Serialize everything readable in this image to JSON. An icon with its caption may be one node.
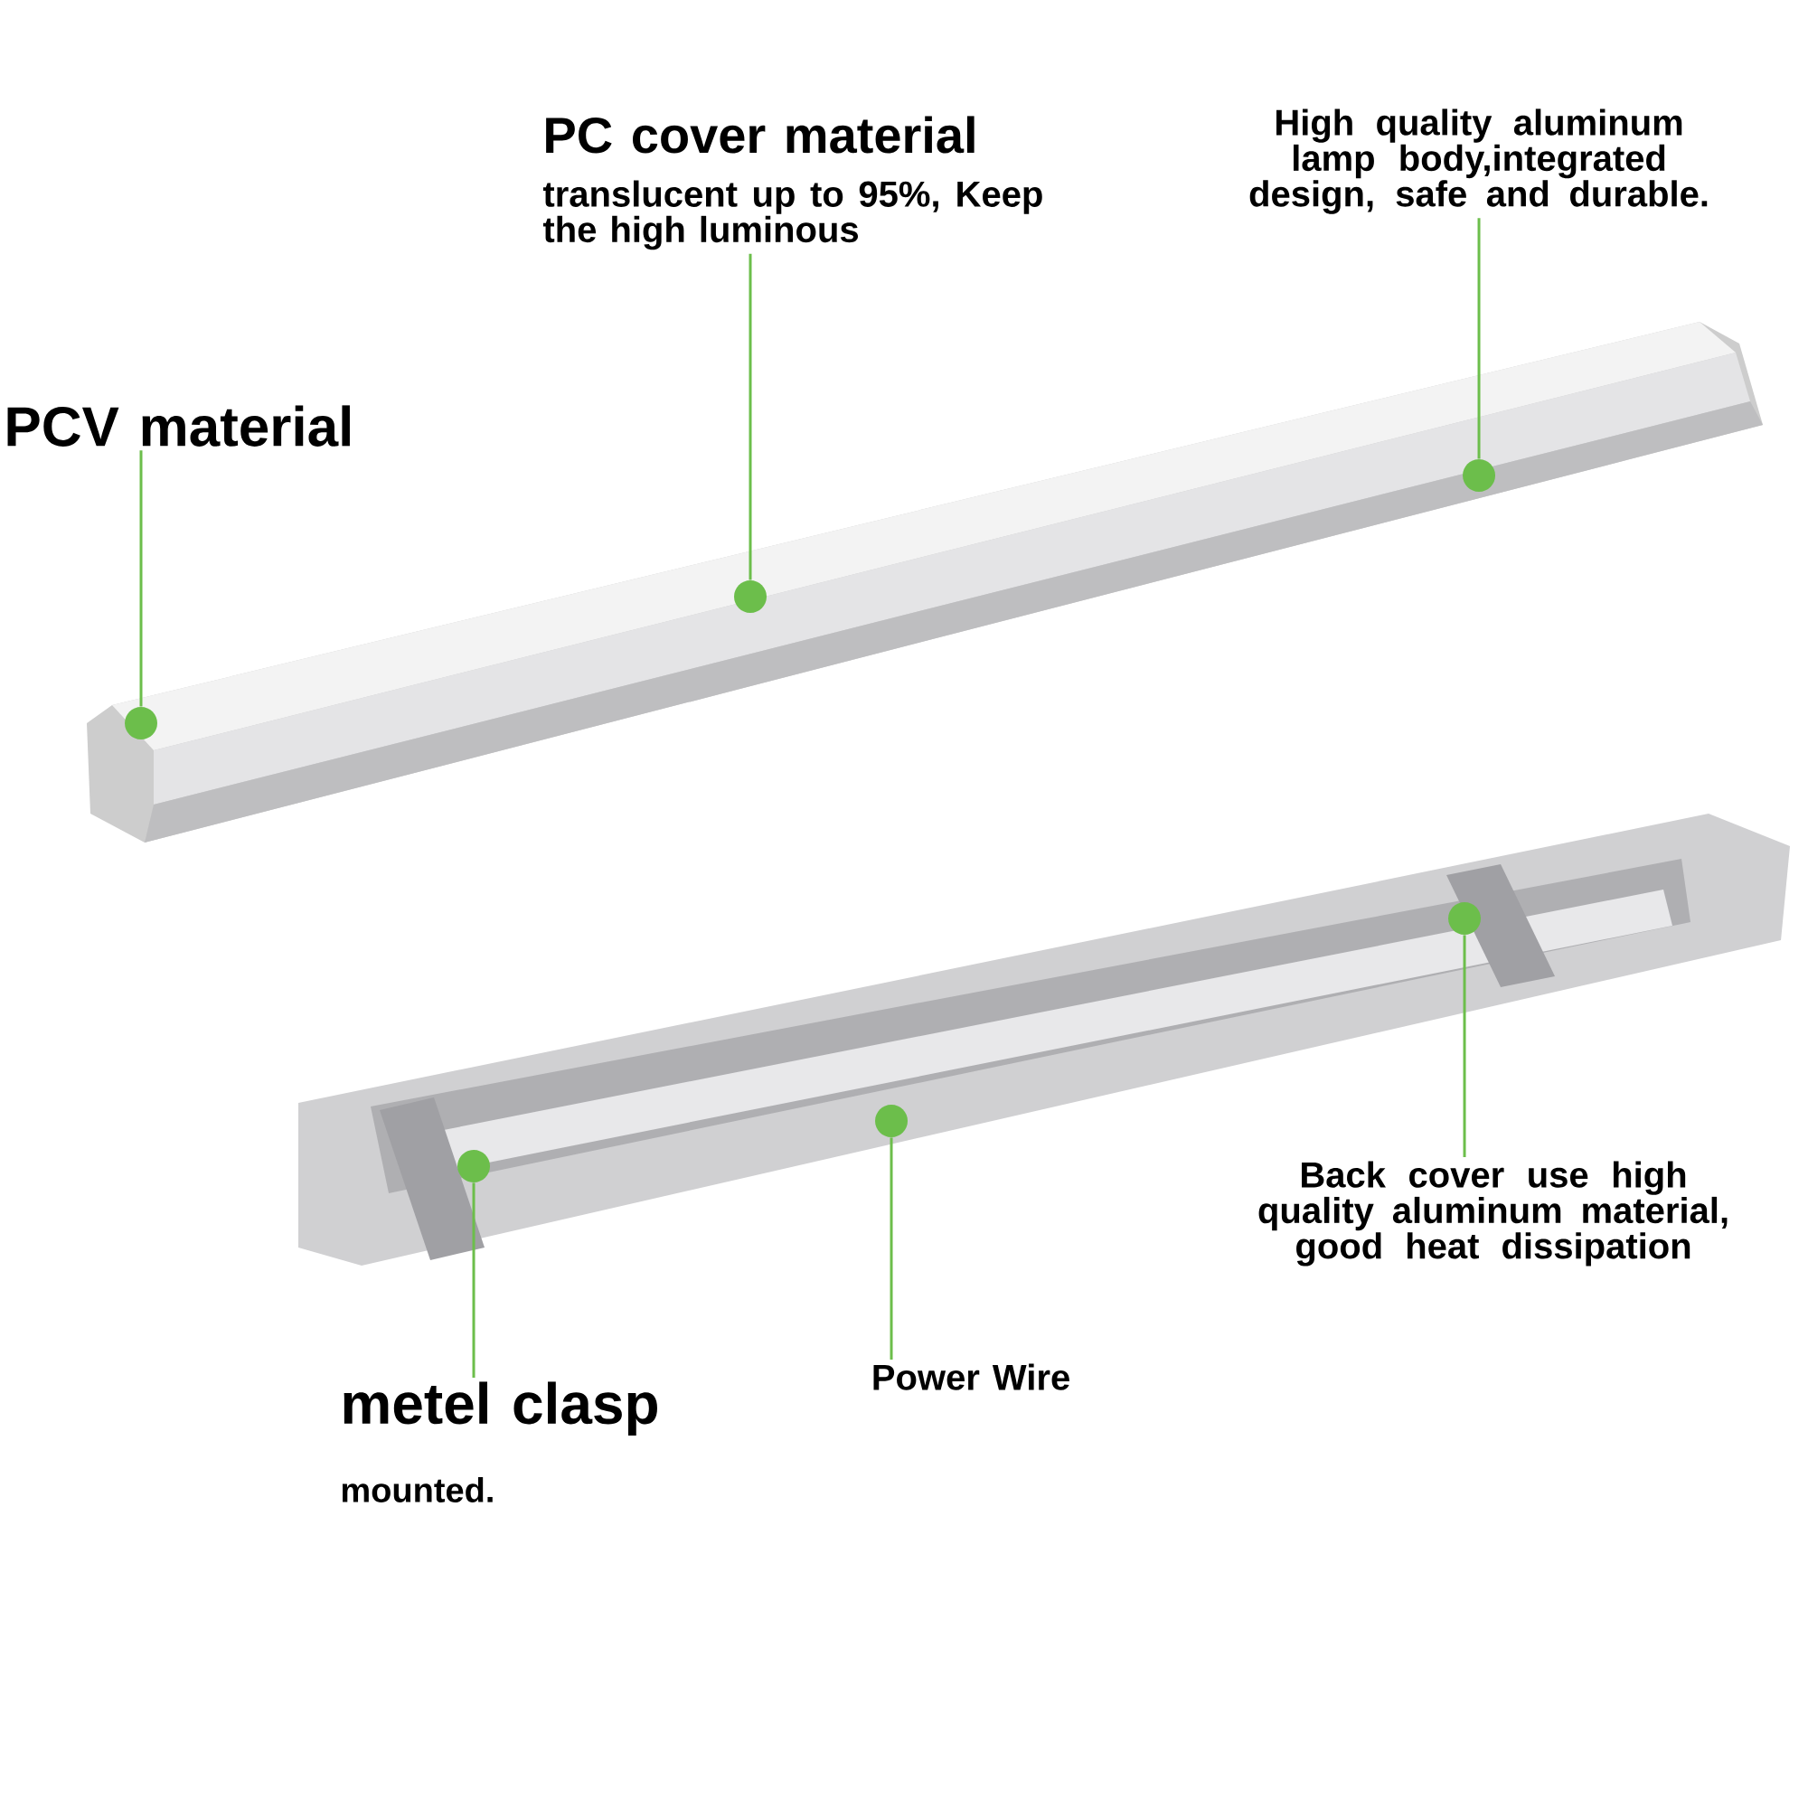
{
  "diagram": {
    "nodes": [
      {
        "text": [
          "PCV material"
        ]
      },
      {
        "text": [],
        "shape": "circle"
      },
      {
        "text": [
          "PC cover material",
          "translucent up to 95%, Keep the high luminous"
        ]
      },
      {
        "text": [],
        "shape": "circle"
      },
      {
        "text": [
          "High quality aluminum lamp body,integrated design, safe and durable."
        ]
      },
      {
        "text": [],
        "shape": "circle"
      },
      {
        "text": [
          "Back cover use high quality aluminum material, good heat dissipation"
        ]
      },
      {
        "text": [],
        "shape": "circle"
      },
      {
        "text": [
          "Power Wire"
        ]
      },
      {
        "text": [],
        "shape": "circle"
      },
      {
        "text": [
          "metel clasp",
          "mounted."
        ]
      },
      {
        "text": [],
        "shape": "circle"
      }
    ],
    "edges": [
      {
        "from": 0,
        "to": 1,
        "arrow": "none"
      },
      {
        "from": 2,
        "to": 3,
        "arrow": "none"
      },
      {
        "from": 4,
        "to": 5,
        "arrow": "none"
      },
      {
        "from": 6,
        "to": 7,
        "arrow": "none"
      },
      {
        "from": 8,
        "to": 9,
        "arrow": "none"
      },
      {
        "from": 10,
        "to": 11,
        "arrow": "none"
      }
    ]
  }
}
